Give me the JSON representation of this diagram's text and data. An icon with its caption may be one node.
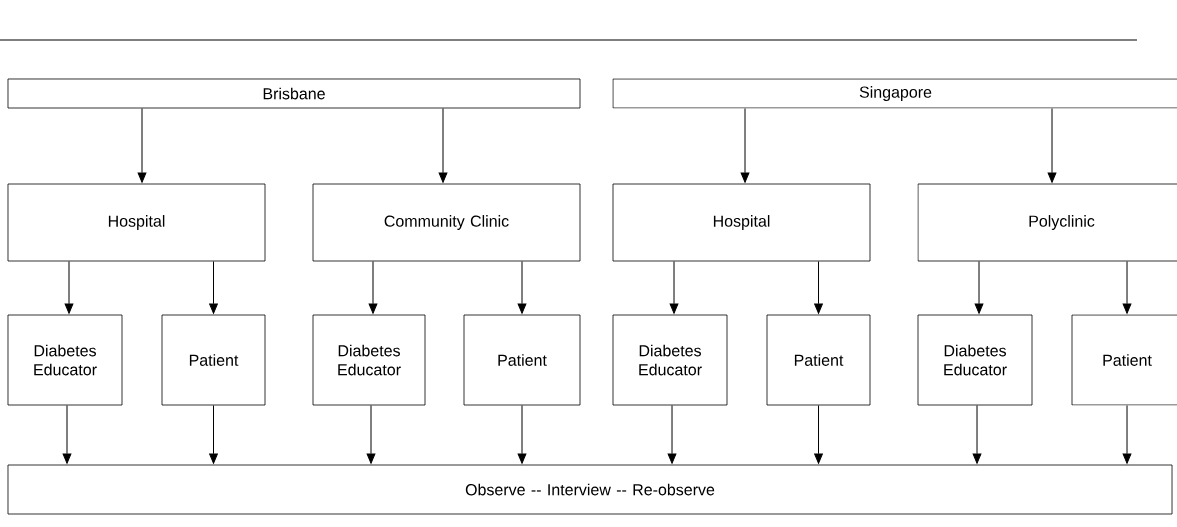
{
  "diagram": {
    "nodes": [
      {
        "text": [
          "Brisbane"
        ]
      },
      {
        "text": [
          "Singapore"
        ]
      },
      {
        "text": [
          "Hospital"
        ]
      },
      {
        "text": [
          "Community Clinic"
        ]
      },
      {
        "text": [
          "Hospital"
        ]
      },
      {
        "text": [
          "Polyclinic"
        ]
      },
      {
        "text": [
          "Diabetes Educator"
        ]
      },
      {
        "text": [
          "Patient"
        ]
      },
      {
        "text": [
          "Diabetes Educator"
        ]
      },
      {
        "text": [
          "Patient"
        ]
      },
      {
        "text": [
          "Diabetes Educator"
        ]
      },
      {
        "text": [
          "Patient"
        ]
      },
      {
        "text": [
          "Diabetes Educator"
        ]
      },
      {
        "text": [
          "Patient"
        ]
      },
      {
        "text": [
          "Observe -- Interview -- Re-observe"
        ]
      }
    ],
    "edges": [
      {
        "from": 0,
        "to": 2,
        "arrow": "to"
      },
      {
        "from": 0,
        "to": 3,
        "arrow": "to"
      },
      {
        "from": 1,
        "to": 4,
        "arrow": "to"
      },
      {
        "from": 1,
        "to": 5,
        "arrow": "to"
      },
      {
        "from": 2,
        "to": 6,
        "arrow": "to"
      },
      {
        "from": 2,
        "to": 7,
        "arrow": "to"
      },
      {
        "from": 3,
        "to": 8,
        "arrow": "to"
      },
      {
        "from": 3,
        "to": 9,
        "arrow": "to"
      },
      {
        "from": 4,
        "to": 10,
        "arrow": "to"
      },
      {
        "from": 4,
        "to": 11,
        "arrow": "to"
      },
      {
        "from": 5,
        "to": 12,
        "arrow": "to"
      },
      {
        "from": 5,
        "to": 13,
        "arrow": "to"
      },
      {
        "from": 6,
        "to": 14,
        "arrow": "to"
      },
      {
        "from": 7,
        "to": 14,
        "arrow": "to"
      },
      {
        "from": 8,
        "to": 14,
        "arrow": "to"
      },
      {
        "from": 9,
        "to": 14,
        "arrow": "to"
      },
      {
        "from": 10,
        "to": 14,
        "arrow": "to"
      },
      {
        "from": 11,
        "to": 14,
        "arrow": "to"
      },
      {
        "from": 12,
        "to": 14,
        "arrow": "to"
      },
      {
        "from": 13,
        "to": 14,
        "arrow": "to"
      }
    ]
  }
}
